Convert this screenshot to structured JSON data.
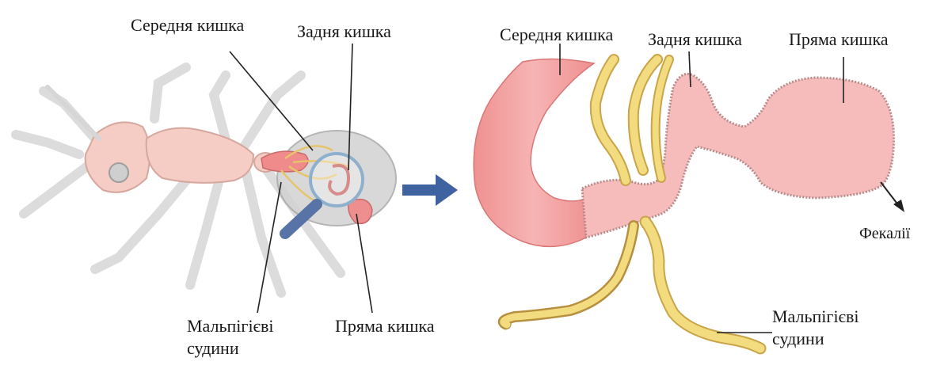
{
  "labels": {
    "left_midgut": "Середня кишка",
    "left_hindgut": "Задня кишка",
    "left_malpighian_1": "Мальпігієві",
    "left_malpighian_2": "судини",
    "left_rectum": "Пряма кишка",
    "right_midgut": "Середня кишка",
    "right_hindgut": "Задня кишка",
    "right_rectum": "Пряма кишка",
    "right_feces": "Фекалії",
    "right_malpighian_1": "Мальпігієві",
    "right_malpighian_2": "судини"
  },
  "colors": {
    "ant_body": "#f3c9c0",
    "ant_legs": "#d4d4d4",
    "gut_pink": "#f4a9a9",
    "gut_dark": "#e98383",
    "tubule_yellow": "#f1d97a",
    "arrow_blue": "#4a6fa5",
    "abdomen_gray": "#c9c9c9"
  }
}
